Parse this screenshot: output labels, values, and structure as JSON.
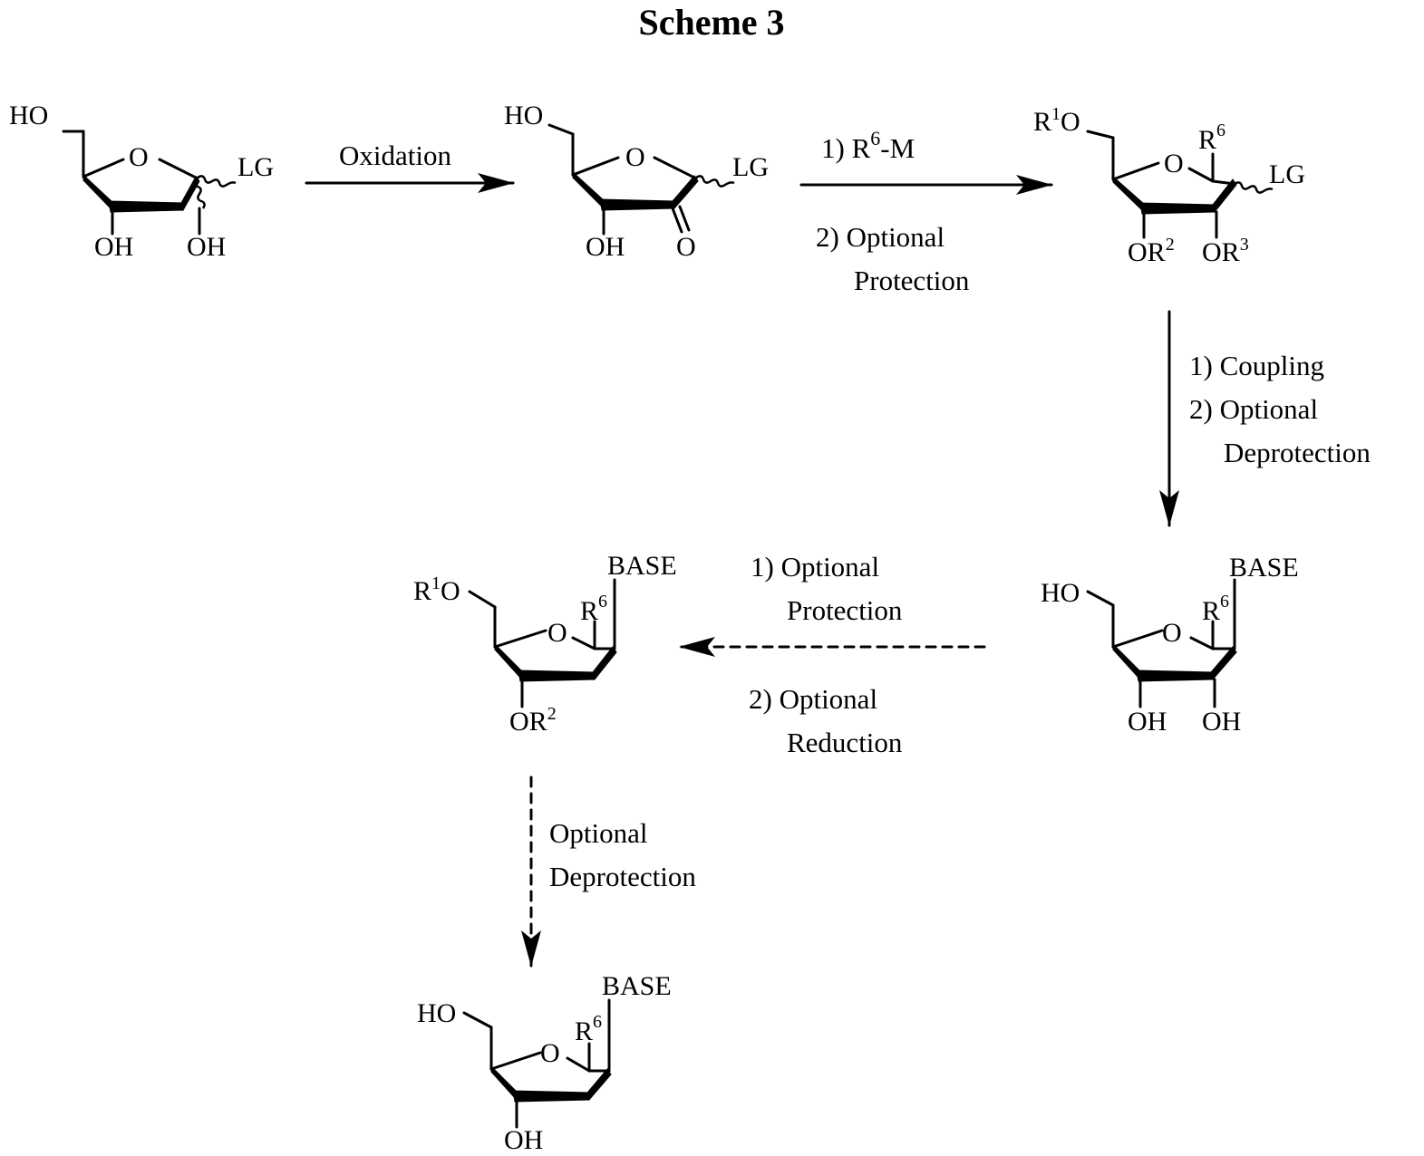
{
  "title": "Scheme 3",
  "compounds": {
    "c1": {
      "labels": [
        "HO",
        "O",
        "LG",
        "OH",
        "OH"
      ]
    },
    "c2": {
      "labels": [
        "HO",
        "O",
        "LG",
        "OH",
        "O"
      ]
    },
    "c3": {
      "labels": [
        "R",
        "1",
        "O",
        "O",
        "R",
        "6",
        "LG",
        "OR",
        "2",
        "OR",
        "3"
      ]
    },
    "c4": {
      "labels": [
        "HO",
        "BASE",
        "O",
        "R",
        "6",
        "OH",
        "OH"
      ]
    },
    "c5": {
      "labels": [
        "R",
        "1",
        "O",
        "BASE",
        "O",
        "R",
        "6",
        "OR",
        "2"
      ]
    },
    "c6": {
      "labels": [
        "HO",
        "BASE",
        "O",
        "R",
        "6",
        "OH"
      ]
    }
  },
  "arrows": {
    "a1": {
      "lines": [
        "Oxidation"
      ]
    },
    "a2": {
      "top": [
        "1) R",
        "6",
        "-M"
      ],
      "bottom": [
        "2) Optional",
        "Protection"
      ]
    },
    "a3": {
      "lines": [
        "1) Coupling",
        "2) Optional",
        "Deprotection"
      ]
    },
    "a4": {
      "top": [
        "1) Optional",
        "Protection"
      ],
      "bottom": [
        "2) Optional",
        "Reduction"
      ]
    },
    "a5": {
      "lines": [
        "Optional",
        "Deprotection"
      ]
    }
  }
}
